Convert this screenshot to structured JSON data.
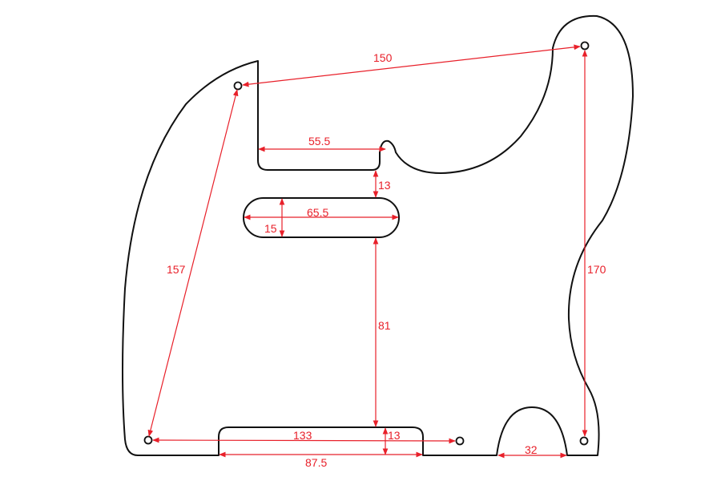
{
  "colors": {
    "outline": "#111111",
    "dimension": "#e8202a",
    "background": "#ffffff"
  },
  "dimensions": {
    "top_holes": "150",
    "left_holes": "157",
    "right_holes": "170",
    "cutout_width": "55.5",
    "gap": "13",
    "pickup_length": "65.5",
    "pickup_width": "15",
    "pickup_to_bottom": "81",
    "bottom_holes": "133",
    "bottom_notch_depth": "13",
    "bottom_notch_width": "87.5",
    "arch_width": "32"
  }
}
